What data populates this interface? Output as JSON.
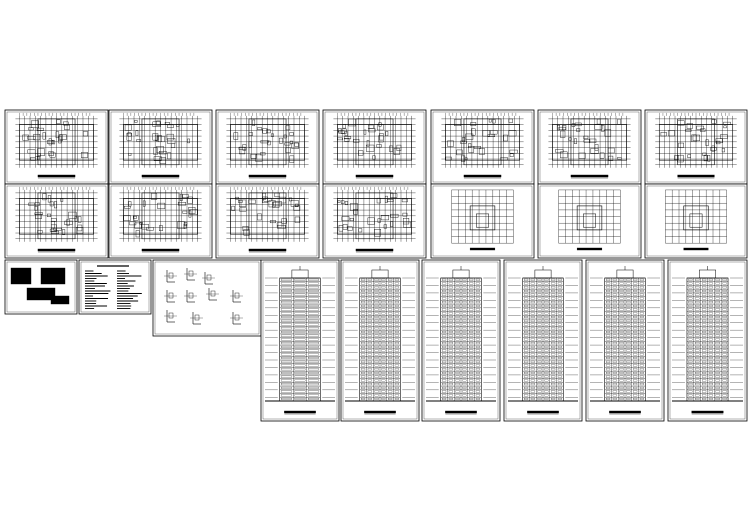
{
  "drawing_set": {
    "title": "",
    "colors": {
      "background": "#ffffff",
      "ink": "#000000"
    },
    "rows": [
      {
        "name": "floor-plans-upper",
        "sheets": [
          {
            "kind": "floor-plan"
          },
          {
            "kind": "floor-plan"
          },
          {
            "kind": "floor-plan"
          },
          {
            "kind": "floor-plan"
          },
          {
            "kind": "floor-plan"
          },
          {
            "kind": "floor-plan"
          },
          {
            "kind": "floor-plan"
          }
        ]
      },
      {
        "name": "floor-plans-lower",
        "sheets": [
          {
            "kind": "floor-plan"
          },
          {
            "kind": "floor-plan"
          },
          {
            "kind": "floor-plan"
          },
          {
            "kind": "floor-plan"
          },
          {
            "kind": "roof-plan"
          },
          {
            "kind": "roof-plan"
          },
          {
            "kind": "roof-plan"
          }
        ]
      },
      {
        "name": "notes-and-details",
        "sheets": [
          {
            "kind": "cover"
          },
          {
            "kind": "notes"
          },
          {
            "kind": "details"
          }
        ]
      },
      {
        "name": "elevations-and-sections",
        "sheets": [
          {
            "kind": "section"
          },
          {
            "kind": "elevation"
          },
          {
            "kind": "elevation"
          },
          {
            "kind": "elevation"
          },
          {
            "kind": "elevation"
          },
          {
            "kind": "elevation"
          }
        ]
      }
    ]
  }
}
